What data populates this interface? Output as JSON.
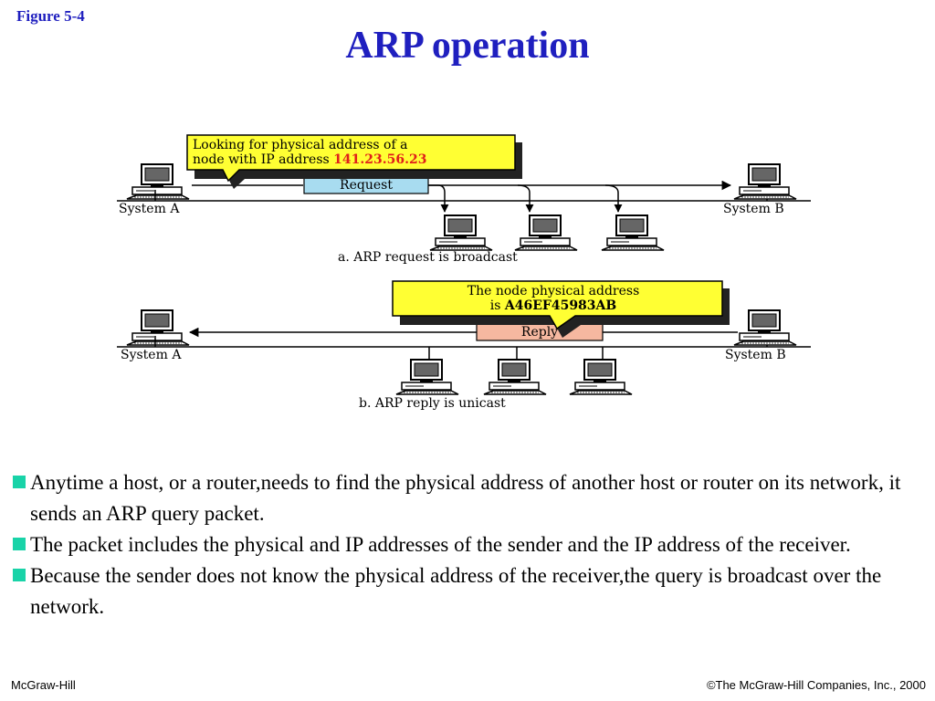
{
  "figure_label": "Figure  5-4",
  "title": "ARP operation",
  "diagram": {
    "part_a": {
      "callout_line1": "Looking for physical address of a",
      "callout_line2_prefix": "node with IP address ",
      "callout_ip": "141.23.56.23",
      "packet_label": "Request",
      "system_a": "System A",
      "system_b": "System B",
      "caption": "a. ARP request is broadcast"
    },
    "part_b": {
      "callout_line1": "The node physical address",
      "callout_line2_prefix": "is ",
      "callout_mac": "A46EF45983AB",
      "packet_label": "Reply",
      "system_a": "System A",
      "system_b": "System B",
      "caption": "b. ARP reply is unicast"
    }
  },
  "bullets": [
    "Anytime a host, or a router,needs to find the physical address of  another host or router on its network, it sends an ARP query packet.",
    "The packet includes the physical and IP addresses of the sender and the IP address of the receiver.",
    "Because the sender does not know the physical address of the receiver,the query is broadcast over the network."
  ],
  "footer": {
    "left": "McGraw-Hill",
    "right": "©The McGraw-Hill Companies, Inc., 2000"
  },
  "colors": {
    "title": "#1f1fbf",
    "callout_fill": "#ffff33",
    "ip_text": "#e0201a",
    "request_fill": "#a8dcf0",
    "reply_fill": "#f6b8a0",
    "bullet_marker": "#19d3a8"
  },
  "icons": [
    "computer-icon",
    "arrow-icon"
  ]
}
